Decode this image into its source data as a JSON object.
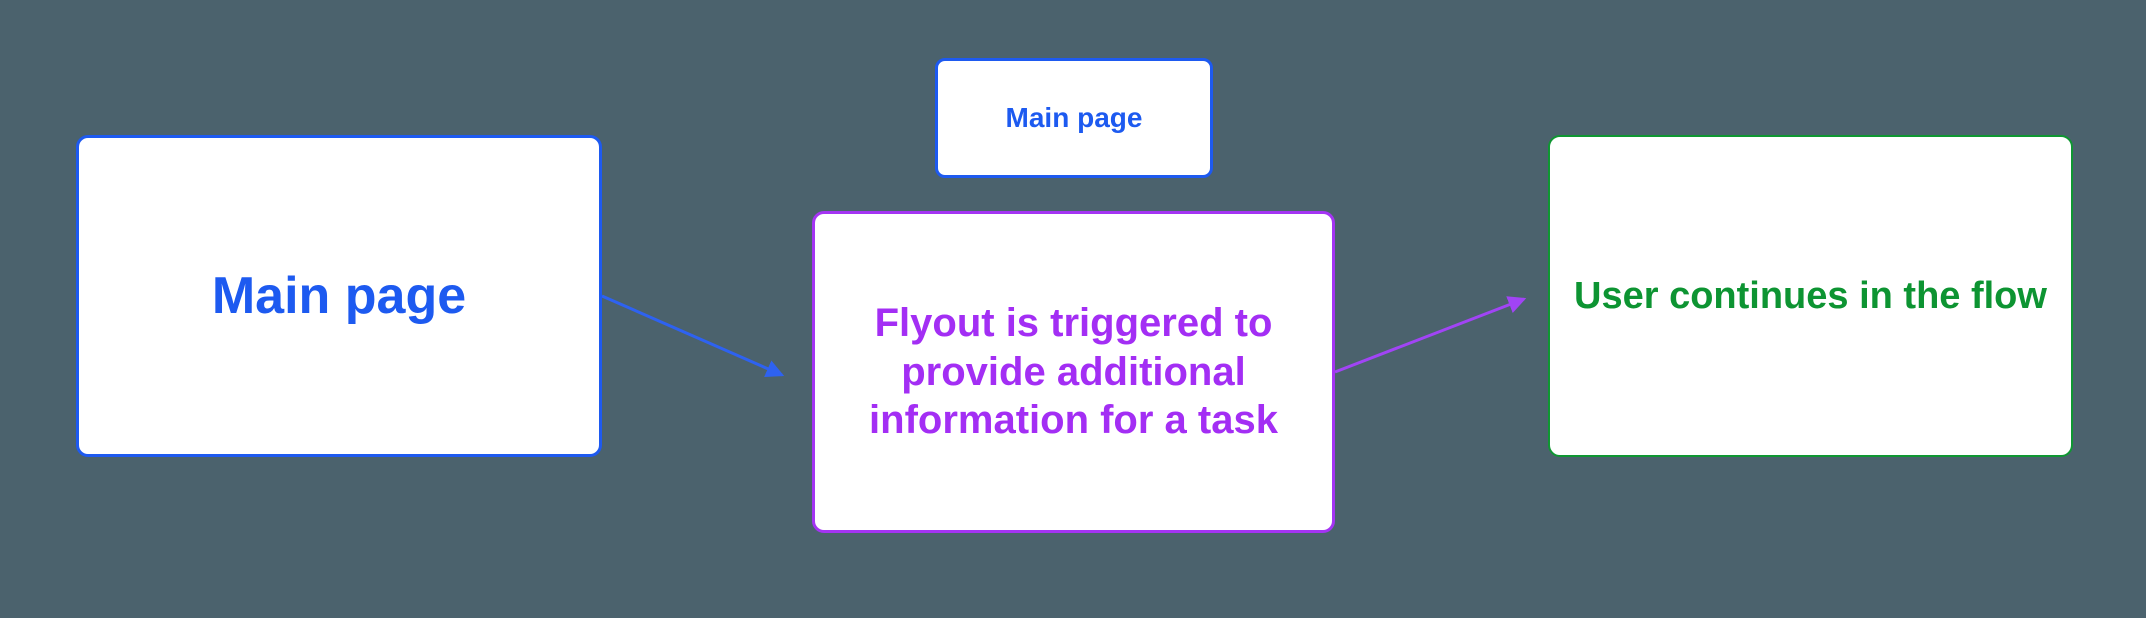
{
  "canvas": {
    "background_color": "#4B626D"
  },
  "nodes": {
    "main_page_large": {
      "label": "Main page",
      "fill_color": "#FFFFFF",
      "border_color": "#1E5AF0",
      "text_color": "#1D5AF0"
    },
    "main_page_small": {
      "label": "Main page",
      "fill_color": "#FFFFFF",
      "border_color": "#1E5AF0",
      "text_color": "#1D5AF0"
    },
    "flyout": {
      "label": "Flyout is triggered to\nprovide additional\ninformation for a task",
      "fill_color": "#FFFFFF",
      "border_color": "#A434F3",
      "text_color": "#A32EF4"
    },
    "user_continues": {
      "label": "User continues in the flow",
      "fill_color": "#FFFFFF",
      "border_color": "#0F9632",
      "text_color": "#0D9432"
    }
  },
  "connectors": {
    "main_to_flyout": {
      "from": "main_page_large",
      "to": "flyout",
      "color": "#2E62F1",
      "arrowhead": "end"
    },
    "flyout_to_continue": {
      "from": "flyout",
      "to": "user_continues",
      "color": "#A144F5",
      "arrowhead": "end"
    }
  }
}
